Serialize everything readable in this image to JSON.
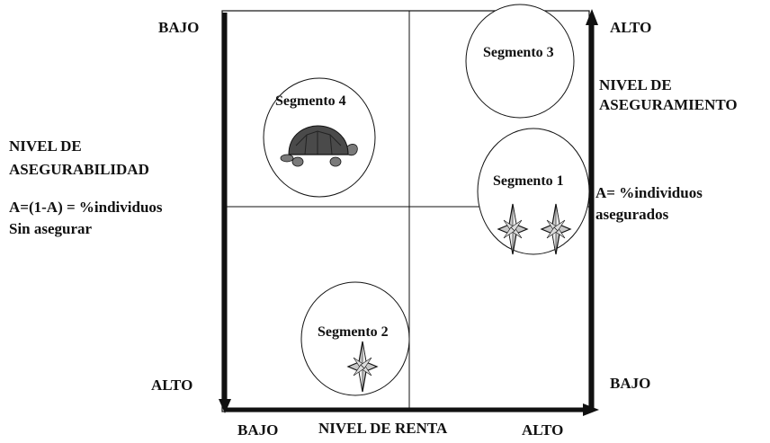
{
  "colors": {
    "ink": "#111111",
    "circle_fill": "#ffffff",
    "turtle_shell": "#4a4a4a",
    "turtle_body": "#7a7a7a",
    "star_fill": "#c8c8c8"
  },
  "axes": {
    "x_title": "NIVEL DE  RENTA",
    "x_low": "BAJO",
    "x_high": "ALTO",
    "left_top": "BAJO",
    "left_bottom": "ALTO",
    "right_top": "ALTO",
    "right_bottom": "BAJO"
  },
  "left_text": {
    "title_line1": "NIVEL DE",
    "title_line2": "ASEGURABILIDAD",
    "formula_line1": "A=(1-A) = %individuos",
    "formula_line2": "Sin asegurar"
  },
  "right_text": {
    "title_line1": "NIVEL DE",
    "title_line2": "ASEGURAMIENTO",
    "formula_line1": "A= %individuos",
    "formula_line2": "asegurados"
  },
  "segments": [
    {
      "label": "Segmento 1",
      "icon": "compass-stars-icon"
    },
    {
      "label": "Segmento 2",
      "icon": "compass-star-icon"
    },
    {
      "label": "Segmento 3",
      "icon": ""
    },
    {
      "label": "Segmento 4",
      "icon": "turtle-icon"
    }
  ]
}
